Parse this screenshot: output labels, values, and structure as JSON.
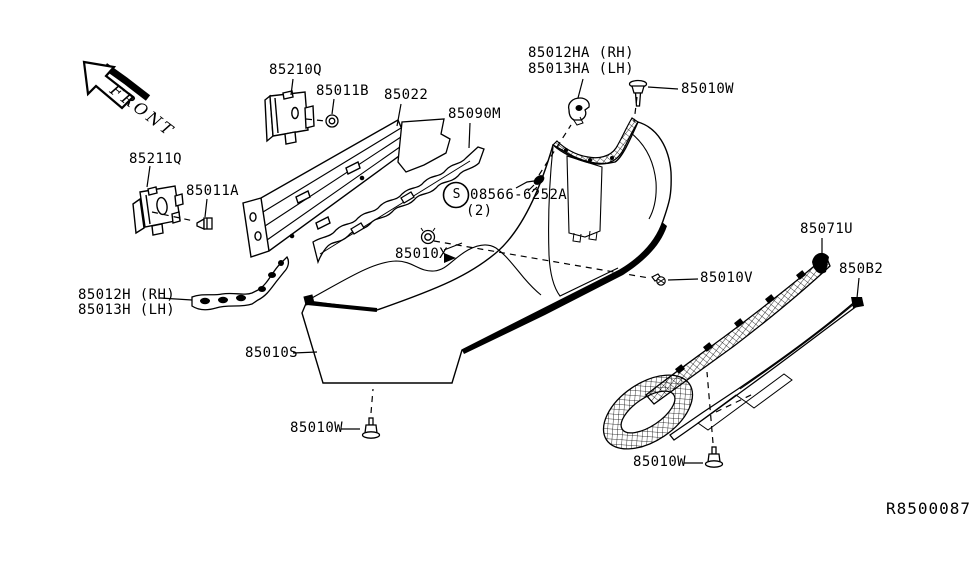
{
  "diagram": {
    "kind": "exploded-parts-diagram",
    "subject": "rear-bumper",
    "ref_code": "R8500087",
    "orientation_label": "FRONT",
    "line_color": "#000000",
    "background_color": "#ffffff"
  },
  "callouts": {
    "bracket_upper": "85210Q",
    "bolt_b": "85011B",
    "reinforcement_bar": "85022",
    "energy_absorber": "85090M",
    "bracket_ha_rh": "85012HA (RH)",
    "bracket_ha_lh": "85013HA (LH)",
    "pin_top": "85010W",
    "bracket_lower": "85211Q",
    "bolt_a": "85011A",
    "screw_symbol": "S",
    "screw_part": "08566-6252A",
    "screw_qty": "(2)",
    "clip_x": "85010X",
    "clip_v": "85010V",
    "lower_finisher": "85071U",
    "lower_molding": "850B2",
    "bracket_h_rh": "85012H (RH)",
    "bracket_h_lh": "85013H (LH)",
    "bumper_fascia": "85010S",
    "pin_bottom_left": "85010W",
    "pin_bottom_right": "85010W"
  }
}
